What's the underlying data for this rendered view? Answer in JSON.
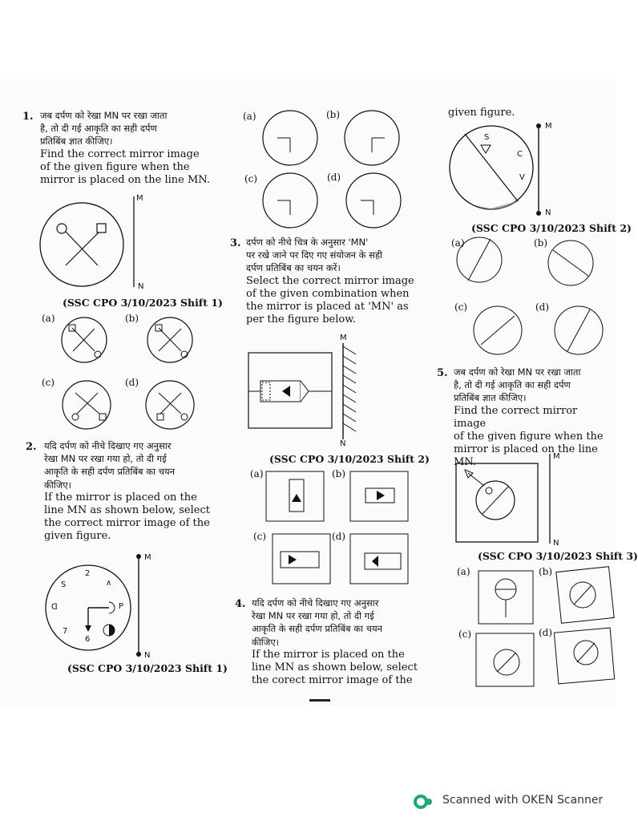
{
  "q1": {
    "num": "1.",
    "hindi": [
      "जब दर्पण को रेखा MN पर रखा जाता",
      "है, तो दी गई आकृति का सही दर्पण",
      "प्रतिबिंब ज्ञात कीजिए।"
    ],
    "english": [
      "Find the correct mirror image",
      "of the given figure when the",
      "mirror is placed on the line MN."
    ],
    "source": "(SSC CPO 3/10/2023 Shift 1)",
    "options": [
      "(a)",
      "(b)",
      "(c)",
      "(d)"
    ],
    "mirror": {
      "m": "M",
      "n": "N"
    }
  },
  "q2": {
    "num": "2.",
    "hindi": [
      "यदि दर्पण को नीचे दिखाए गए अनुसार",
      "रेखा MN पर रखा गया हो, तो दी गई",
      "आकृति के सही दर्पण प्रतिबिंब का चयन",
      "कीजिए।"
    ],
    "english": [
      "If the mirror is placed on the",
      "line MN as shown below, select",
      "the correct mirror image of the",
      "given figure."
    ],
    "source": "(SSC CPO 3/10/2023 Shift 1)",
    "figure_labels": {
      "top": "2",
      "tl": "S",
      "tr": "∧",
      "left": "ᗡ",
      "right": "P",
      "bl": "7",
      "bottom": "6"
    },
    "options": [
      "(a)",
      "(b)",
      "(c)",
      "(d)"
    ],
    "mirror": {
      "m": "M",
      "n": "N"
    }
  },
  "q3": {
    "num": "3.",
    "hindi": [
      "दर्पण को नीचे चित्र के अनुसार 'MN'",
      "पर रखे जाने पर दिए गए संयोजन के सही",
      "दर्पण प्रतिबिंब का चयन करें।"
    ],
    "english": [
      "Select the correct mirror image",
      "of the given combination when",
      "the mirror is placed at 'MN' as",
      "per the figure below."
    ],
    "source": "(SSC CPO 3/10/2023 Shift 2)",
    "options": [
      "(a)",
      "(b)",
      "(c)",
      "(d)"
    ],
    "mirror": {
      "m": "M",
      "n": "N"
    }
  },
  "q4": {
    "num": "4.",
    "hindi": [
      "यदि दर्पण को नीचे दिखाए गए अनुसार",
      "रेखा MN पर रखा गया हो, तो दी गई",
      "आकृति के सही दर्पण प्रतिबिंब का चयन",
      "कीजिए।"
    ],
    "english": [
      "If the mirror is placed on the",
      "line MN as shown below, select",
      "the corect mirror image of the"
    ]
  },
  "q4_cont": {
    "english": [
      "given figure."
    ],
    "source": "(SSC CPO 3/10/2023 Shift 2)",
    "options": [
      "(a)",
      "(b)",
      "(c)",
      "(d)"
    ],
    "figure_labels": {
      "s": "S",
      "c": "C",
      "v": "V"
    },
    "mirror": {
      "m": "M",
      "n": "N"
    }
  },
  "q5": {
    "num": "5.",
    "hindi": [
      "जब दर्पण को रेखा MN पर रखा जाता",
      "है, तो दी गई आकृति का सही दर्पण",
      "प्रतिबिंब ज्ञात कीजिए।"
    ],
    "english": [
      "Find the correct mirror image",
      "of the given figure when the",
      "mirror is placed on the line MN."
    ],
    "source": "(SSC CPO 3/10/2023 Shift 3)",
    "options": [
      "(a)",
      "(b)",
      "(c)",
      "(d)"
    ],
    "mirror": {
      "m": "M",
      "n": "N"
    }
  },
  "footer": {
    "text": "Scanned with OKEN Scanner",
    "brand_color": "#1fa971"
  },
  "colors": {
    "ink": "#111111",
    "paper": "#fbfbf9"
  }
}
